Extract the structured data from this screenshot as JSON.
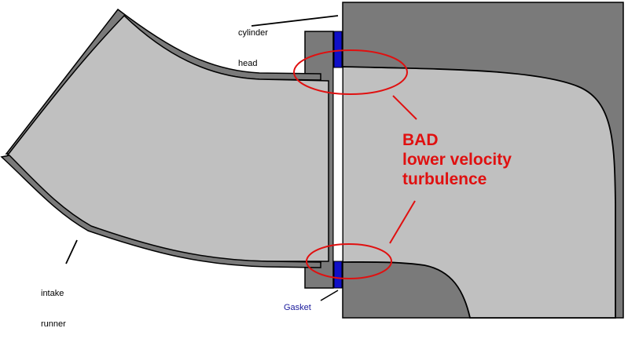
{
  "labels": {
    "cylinder_head_line1": "cylinder",
    "cylinder_head_line2": "head",
    "intake_runner_line1": "intake",
    "intake_runner_line2": "runner",
    "gasket": "Gasket"
  },
  "callout": {
    "line1": "BAD",
    "line2": "lower velocity",
    "line3": "turbulence"
  },
  "colors": {
    "flow": "#c0c0c0",
    "metal": "#7a7a7a",
    "gasket": "#1010c8",
    "callout": "#e01010",
    "outline": "#000000"
  }
}
